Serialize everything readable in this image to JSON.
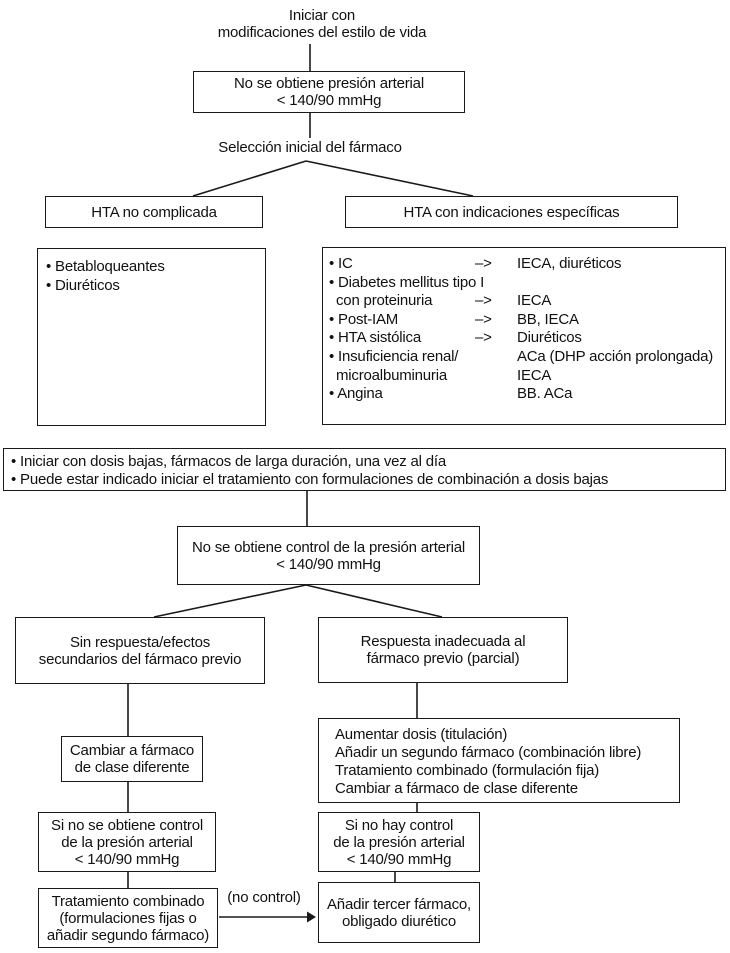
{
  "colors": {
    "line": "#1a1a1a",
    "text": "#111111",
    "background": "#ffffff"
  },
  "nodes": {
    "lifestyle": {
      "lines": [
        "Iniciar con",
        "modificaciones del estilo de vida"
      ]
    },
    "no_bp": {
      "lines": [
        "No se obtiene presión arterial",
        "< 140/90 mmHg"
      ]
    },
    "selection": {
      "text": "Selección inicial del fármaco"
    },
    "hta_simple": {
      "text": "HTA no complicada"
    },
    "hta_specific": {
      "text": "HTA con indicaciones específicas"
    },
    "simple_drugs": {
      "items": [
        "• Betabloqueantes",
        "• Diuréticos"
      ]
    },
    "specific_rows": [
      {
        "c1": "• IC",
        "c2": "–>",
        "c3": "IECA, diuréticos"
      },
      {
        "c1": "• Diabetes mellitus tipo I",
        "c2": "",
        "c3": ""
      },
      {
        "c1": "con proteinuria",
        "c2": "–>",
        "c3": "IECA"
      },
      {
        "c1": "• Post-IAM",
        "c2": "–>",
        "c3": "BB, IECA"
      },
      {
        "c1": "• HTA sistólica",
        "c2": "–>",
        "c3": "Diuréticos"
      },
      {
        "c1": "• Insuficiencia renal/",
        "c2": "",
        "c3": "ACa (DHP acción prolongada)"
      },
      {
        "c1": "microalbuminuria",
        "c2": "",
        "c3": "IECA"
      },
      {
        "c1": "• Angina",
        "c2": "",
        "c3": "BB. ACa"
      }
    ],
    "low_dose": {
      "lines": [
        "• Iniciar con dosis bajas, fármacos de larga duración, una vez al día",
        "• Puede estar indicado iniciar el tratamiento con formulaciones de combinación a dosis bajas"
      ]
    },
    "no_control": {
      "lines": [
        "No se obtiene control de la presión arterial",
        "< 140/90 mmHg"
      ]
    },
    "no_response": {
      "lines": [
        "Sin respuesta/efectos",
        "secundarios del fármaco previo"
      ]
    },
    "partial_response": {
      "lines": [
        "Respuesta inadecuada al",
        "fármaco previo (parcial)"
      ]
    },
    "change_class": {
      "lines": [
        "Cambiar a fármaco",
        "de clase diferente"
      ]
    },
    "escalate": {
      "lines": [
        "Aumentar dosis (titulación)",
        "Añadir un segundo fármaco (combinación libre)",
        "Tratamiento combinado (formulación fija)",
        "Cambiar a fármaco de clase diferente"
      ]
    },
    "still_no_control_left": {
      "lines": [
        "Si no se obtiene control",
        "de la presión arterial",
        "< 140/90 mmHg"
      ]
    },
    "still_no_control_right": {
      "lines": [
        "Si no hay control",
        "de la presión arterial",
        "< 140/90 mmHg"
      ]
    },
    "combined_treatment": {
      "lines": [
        "Tratamiento combinado",
        "(formulaciones fijas o",
        "añadir segundo fármaco)"
      ]
    },
    "third_drug": {
      "lines": [
        "Añadir tercer fármaco,",
        "obligado diurético"
      ]
    },
    "no_control_label": {
      "text": "(no control)"
    }
  }
}
